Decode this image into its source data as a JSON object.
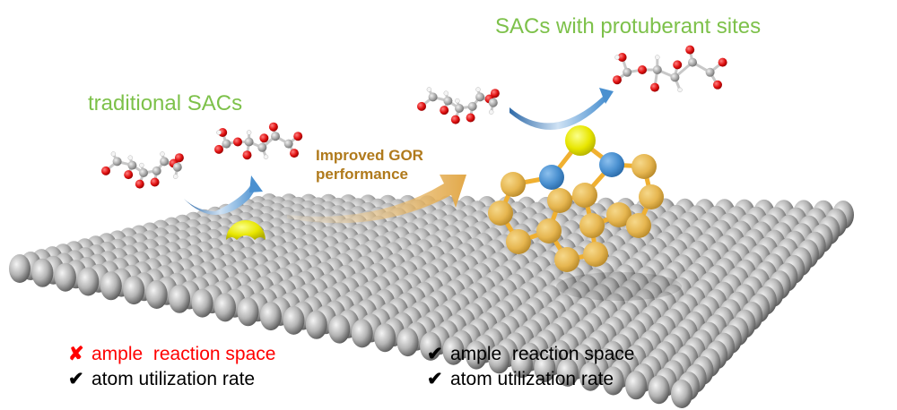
{
  "figure": {
    "left_panel": {
      "title": "traditional SACs",
      "bullets": [
        {
          "mark": "cross",
          "mark_glyph": "✘",
          "text": "ample  reaction space",
          "status": "negative"
        },
        {
          "mark": "check",
          "mark_glyph": "✔",
          "text": "atom utilization rate",
          "status": "positive"
        }
      ]
    },
    "right_panel": {
      "title": "SACs with protuberant sites",
      "bullets": [
        {
          "mark": "check",
          "mark_glyph": "✔",
          "text": "ample  reaction space",
          "status": "positive"
        },
        {
          "mark": "check",
          "mark_glyph": "✔",
          "text": "atom utilization rate",
          "status": "positive"
        }
      ]
    },
    "transition_arrow": {
      "line1": "Improved GOR",
      "line2": "performance"
    },
    "colors": {
      "title_green": "#7dc14a",
      "gor_text": "#b07a1c",
      "negative_red": "#ff0000",
      "metal_atom_yellow": "#e8e600",
      "nitrogen_blue": "#4a90d0",
      "carbon_gold": "#e8b84e",
      "oxygen_red": "#e01010",
      "substrate_gray": "#a0a0a0",
      "reaction_arrow_blue": "#4a86c8"
    }
  }
}
